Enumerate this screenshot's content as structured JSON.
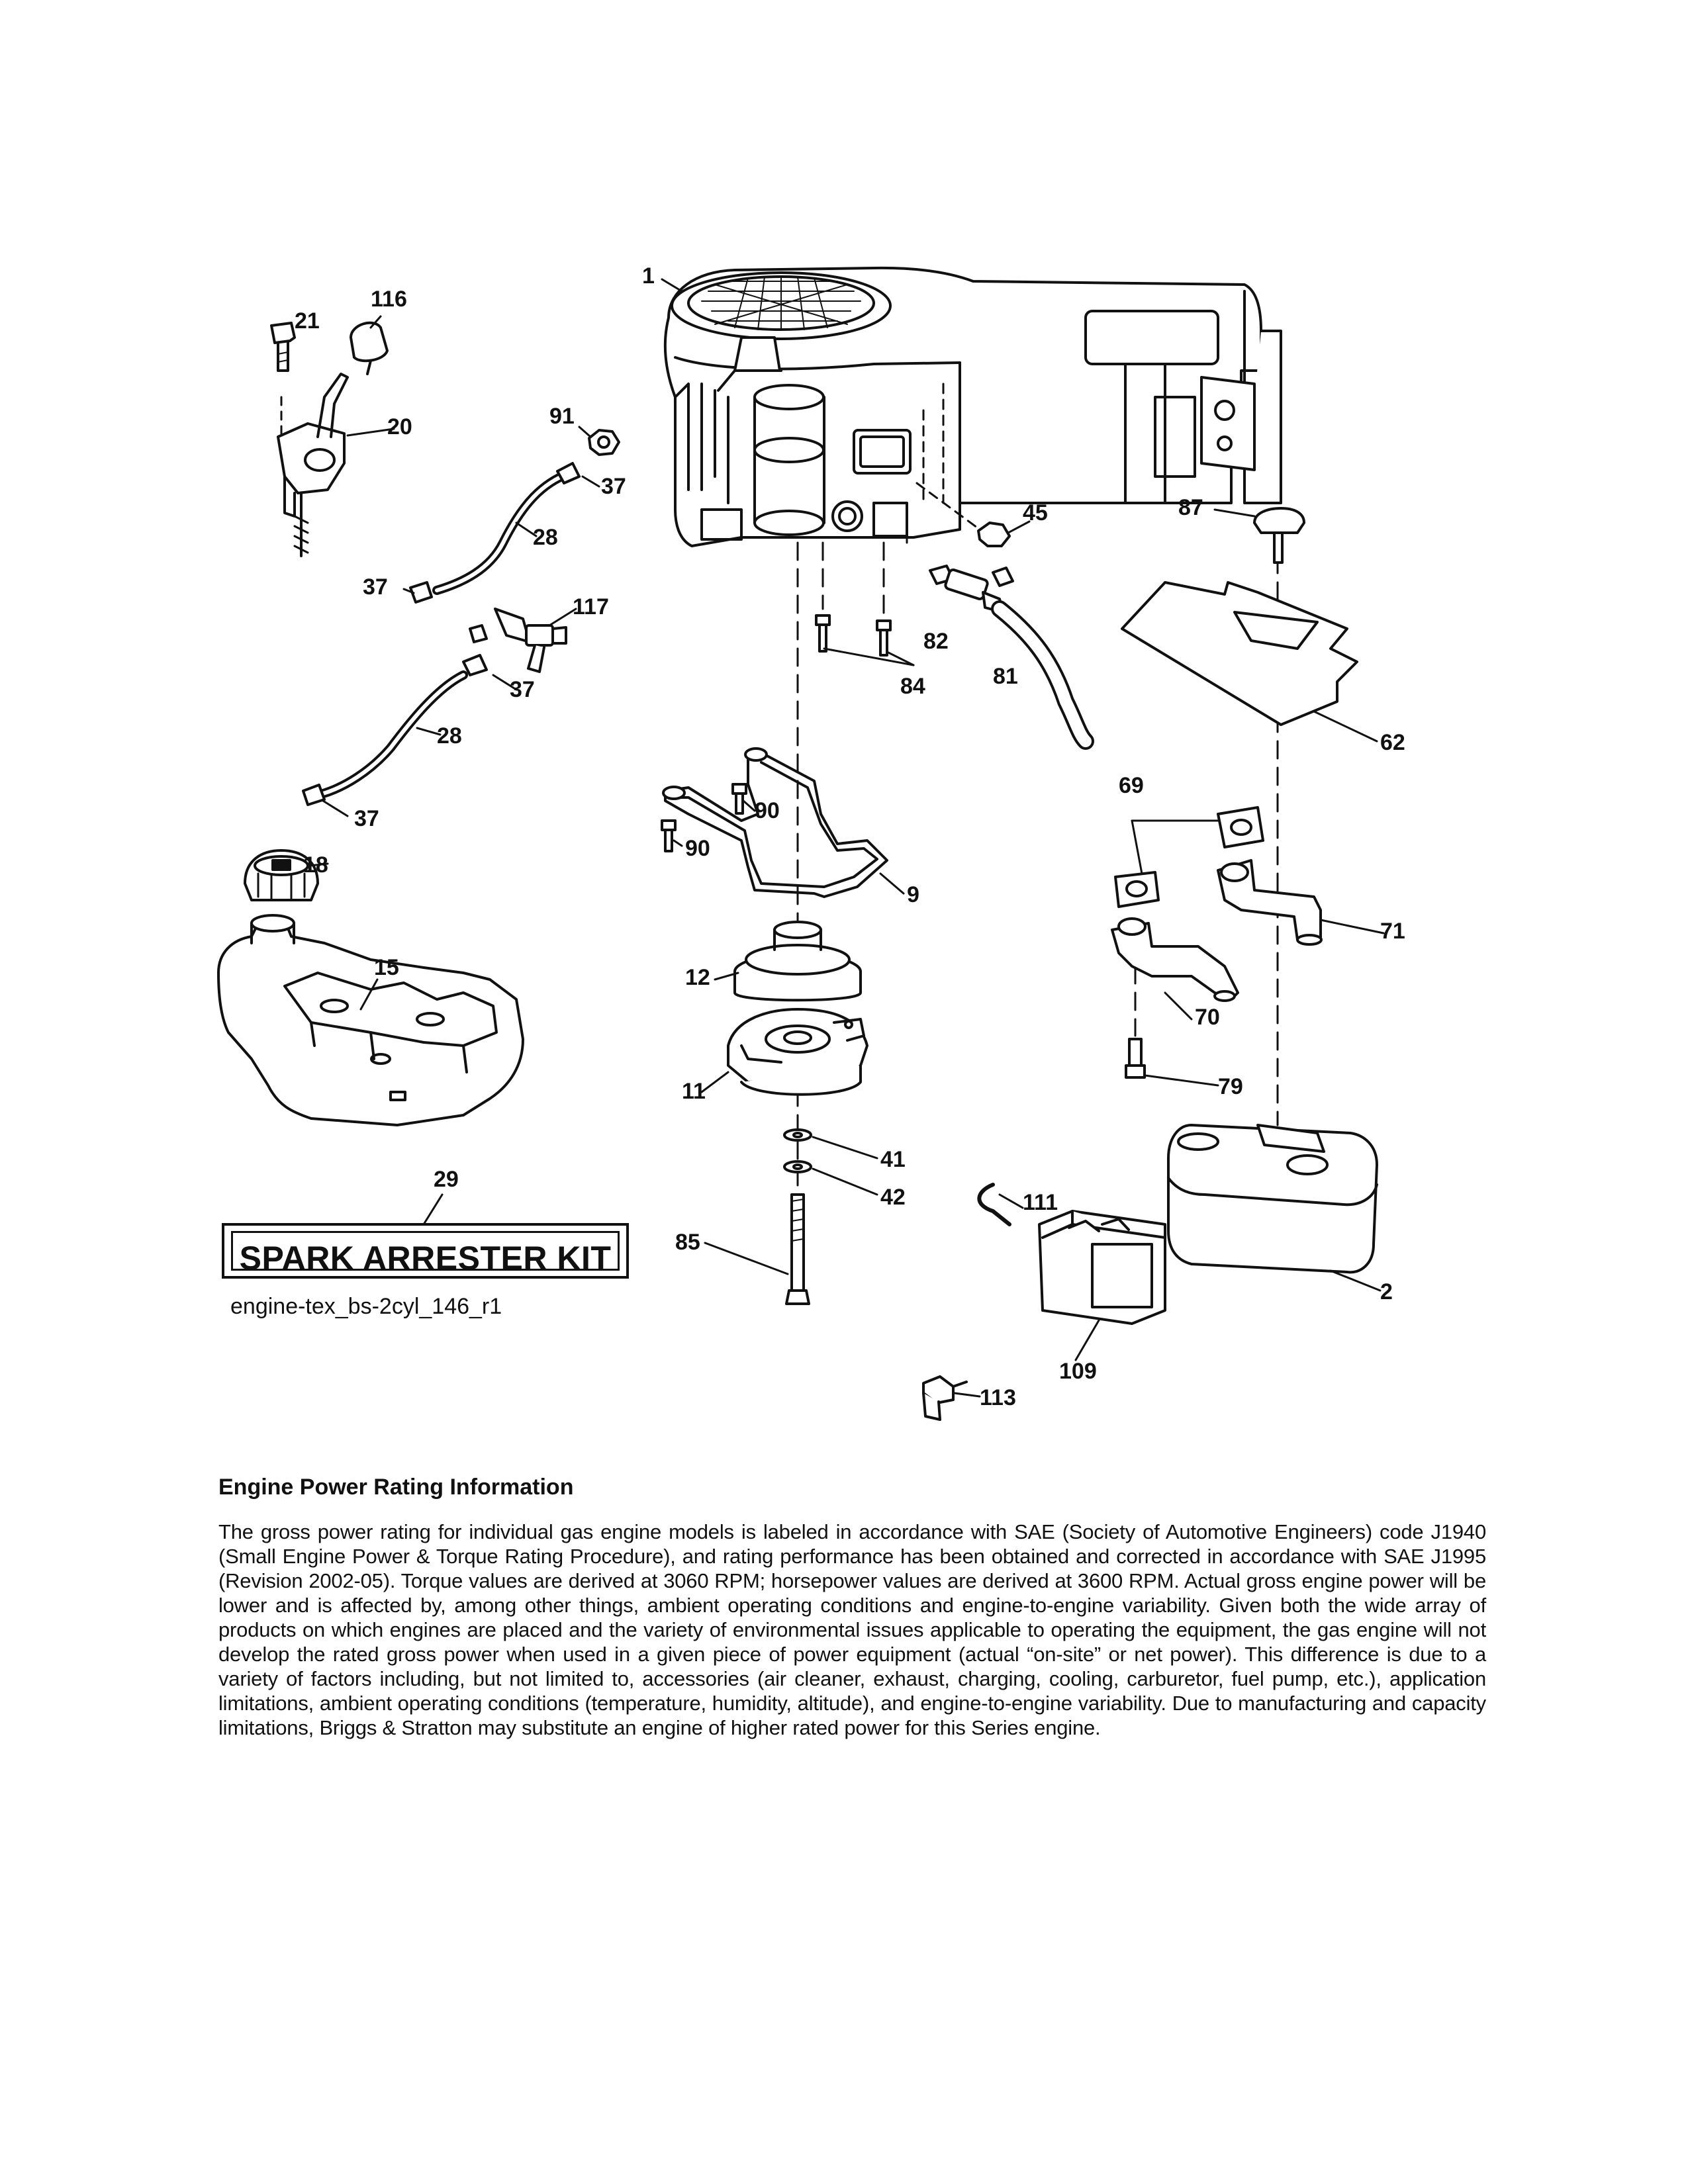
{
  "callouts": {
    "c1": "1",
    "c21": "21",
    "c116": "116",
    "c20": "20",
    "c91": "91",
    "c37a": "37",
    "c28a": "28",
    "c37b": "37",
    "c117": "117",
    "c37c": "37",
    "c28b": "28",
    "c37d": "37",
    "c18": "18",
    "c15": "15",
    "c29": "29",
    "c45": "45",
    "c87": "87",
    "c82": "82",
    "c84": "84",
    "c81": "81",
    "c62": "62",
    "c90a": "90",
    "c90b": "90",
    "c9": "9",
    "c69": "69",
    "c71": "71",
    "c12": "12",
    "c70": "70",
    "c11": "11",
    "c79": "79",
    "c41": "41",
    "c42": "42",
    "c111": "111",
    "c85": "85",
    "c2": "2",
    "c109": "109",
    "c113": "113"
  },
  "kit_label": "SPARK ARRESTER KIT",
  "file_id": "engine-tex_bs-2cyl_146_r1",
  "info": {
    "heading": "Engine Power Rating Information",
    "body": "The gross power rating for individual gas engine models is labeled in accordance with SAE (Society of Automotive Engineers) code J1940 (Small Engine Power & Torque Rating Procedure), and rating performance has been obtained and corrected in accordance with SAE J1995 (Revision 2002-05). Torque values are derived at 3060 RPM; horsepower values are derived at 3600 RPM. Actual gross engine power will be lower and is affected by, among other things, ambient operating conditions and engine-to-engine variability. Given both the wide array of products on which engines are placed and the variety of environmental issues applicable to operating the equipment, the gas engine will not develop the rated gross power when used in a given piece of power equipment (actual “on-site” or net power). This difference is due to a variety of factors including, but not limited to, accessories (air cleaner, exhaust, charging, cooling, carburetor, fuel pump, etc.), application limitations, ambient operating conditions (temperature, humidity, altitude), and engine-to-engine variability. Due to manufacturing and capacity limitations, Briggs & Stratton may substitute an engine of higher rated power for this Series engine."
  }
}
